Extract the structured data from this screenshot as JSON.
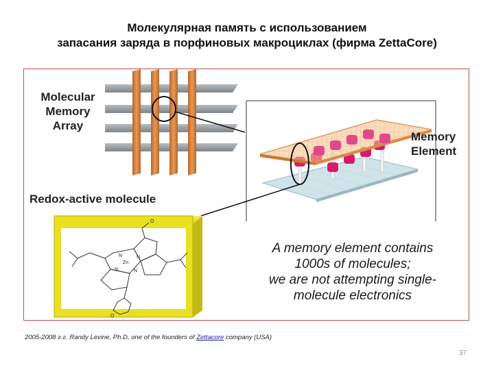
{
  "title": {
    "line1": "Молекулярная память с использованием",
    "line2": "запасания заряда в порфиновых макроциклах (фирма ZettaCore)"
  },
  "figure": {
    "array_label": {
      "line1": "Molecular",
      "line2": "Memory",
      "line3": "Array"
    },
    "element_label": {
      "line1": "Memory",
      "line2": "Element"
    },
    "redox_label": "Redox-active molecule",
    "caption": {
      "line1": "A memory element contains",
      "line2": "1000s of molecules;",
      "line3": "we are not attempting single-",
      "line4": "molecule electronics"
    },
    "molecule_atoms": {
      "zn": "Zn",
      "n1": "N",
      "n2": "N",
      "n3": "N",
      "n4": "N",
      "o1": "O",
      "o2": "O"
    },
    "colors": {
      "frame": "#c0504d",
      "orange_bar": "#d98a45",
      "gray_bar": "#9a9ea3",
      "plate_top": "#f5c08a",
      "plate_bottom": "#cfe3ea",
      "molecule": "#d81a6a",
      "box_yellow": "#e8e020"
    }
  },
  "footnote": {
    "prefix": "2005-2008 г.г. Randy Levine, Ph.D, one of the founders of ",
    "link": "Zettacore",
    "suffix": " company (USA)"
  },
  "page_number": "37"
}
